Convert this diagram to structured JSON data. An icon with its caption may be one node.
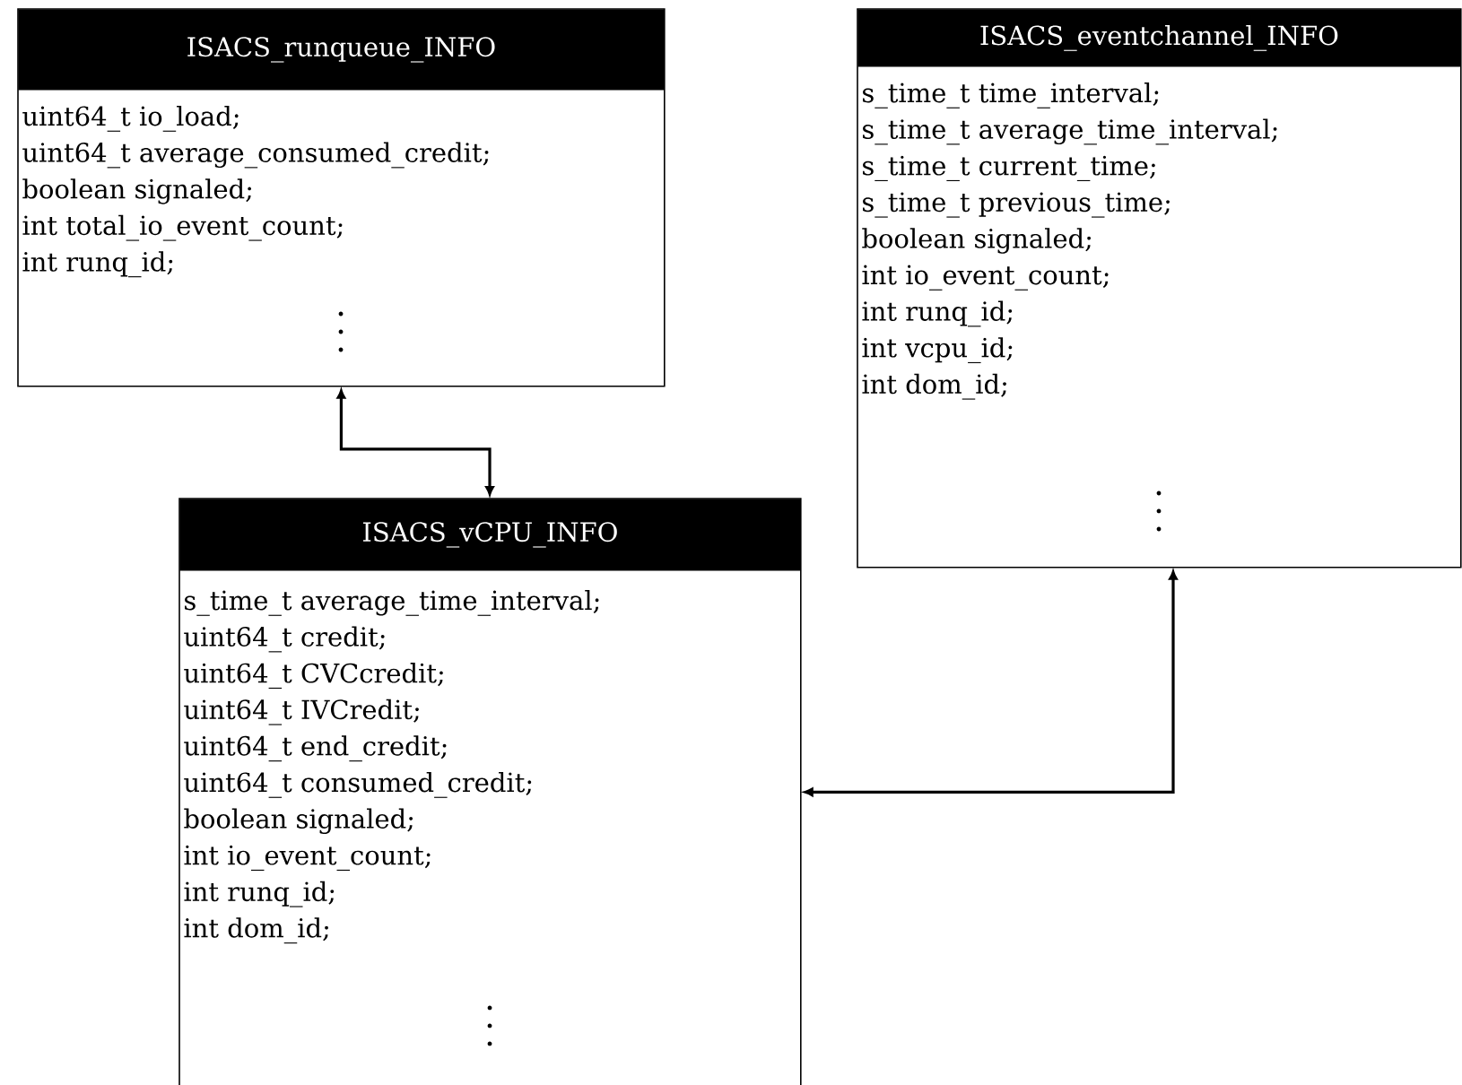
{
  "diagram": {
    "nodes": [
      {
        "text": [
          "ISACS_runqueue_INFO",
          "uint64_t io_load;",
          "uint64_t average_consumed_credit;",
          "boolean signaled;",
          "int total_io_event_count;",
          "int runq_id;"
        ]
      },
      {
        "text": [
          "ISACS_eventchannel_INFO",
          "s_time_t time_interval;",
          "s_time_t average_time_interval;",
          "s_time_t current_time;",
          "s_time_t previous_time;",
          "boolean signaled;",
          "int io_event_count;",
          "int runq_id;",
          "int vcpu_id;",
          "int dom_id;"
        ]
      },
      {
        "text": [
          "ISACS_vCPU_INFO",
          "s_time_t average_time_interval;",
          "uint64_t credit;",
          "uint64_t CVCcredit;",
          "uint64_t IVCredit;",
          "uint64_t end_credit;",
          "uint64_t consumed_credit;",
          "boolean signaled;",
          "int io_event_count;",
          "int runq_id;",
          "int dom_id;"
        ]
      }
    ],
    "edges": [
      {
        "from": 0,
        "to": 2,
        "arrow": "both"
      },
      {
        "from": 1,
        "to": 2,
        "arrow": "both"
      }
    ]
  }
}
